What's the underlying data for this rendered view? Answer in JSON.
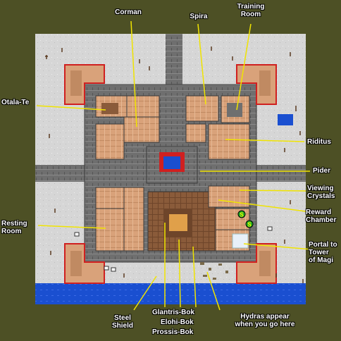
{
  "colors": {
    "background": "#4d5025",
    "snow": "#d6d6d6",
    "wall": "#6f6f6f",
    "floor": "#d9a27a",
    "stone_floor": "#8a5b3a",
    "water": "#1a4fd0",
    "red_tower": "#d02020",
    "leader_line": "#f0e400"
  },
  "labels": {
    "corman": "Corman",
    "spira": "Spira",
    "training_room": "Training\nRoom",
    "otala_te": "Otala-Te",
    "riditus": "Riditus",
    "pider": "Pider",
    "viewing_crystals": "Viewing\nCrystals",
    "reward_chamber": "Reward\nChamber",
    "resting_room": "Resting\nRoom",
    "portal": "Portal to\nTower\nof Magi",
    "steel_shield": "Steel\nShield",
    "bok_1": "Glantris-Bok",
    "bok_2": "Elohi-Bok",
    "bok_3": "Prossis-Bok",
    "hydras": "Hydras appear\nwhen you go here"
  },
  "map_markers": {
    "reward_coin": "S"
  }
}
